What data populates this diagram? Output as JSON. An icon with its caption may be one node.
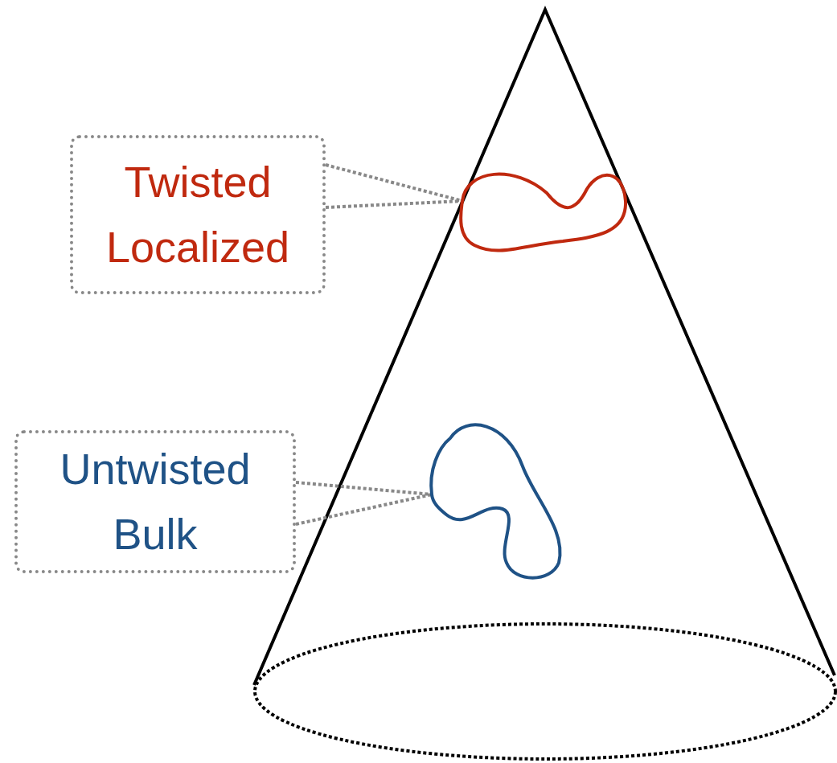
{
  "diagram": {
    "nodes": [
      {
        "text": [
          "Twisted Localized"
        ]
      },
      {
        "text": [],
        "shape": "loop"
      },
      {
        "text": [
          "Untwisted Bulk"
        ]
      },
      {
        "text": [],
        "shape": "loop"
      }
    ],
    "edges": [
      {
        "from": 0,
        "to": 1,
        "arrow": "none"
      },
      {
        "from": 2,
        "to": 3,
        "arrow": "none"
      }
    ]
  }
}
